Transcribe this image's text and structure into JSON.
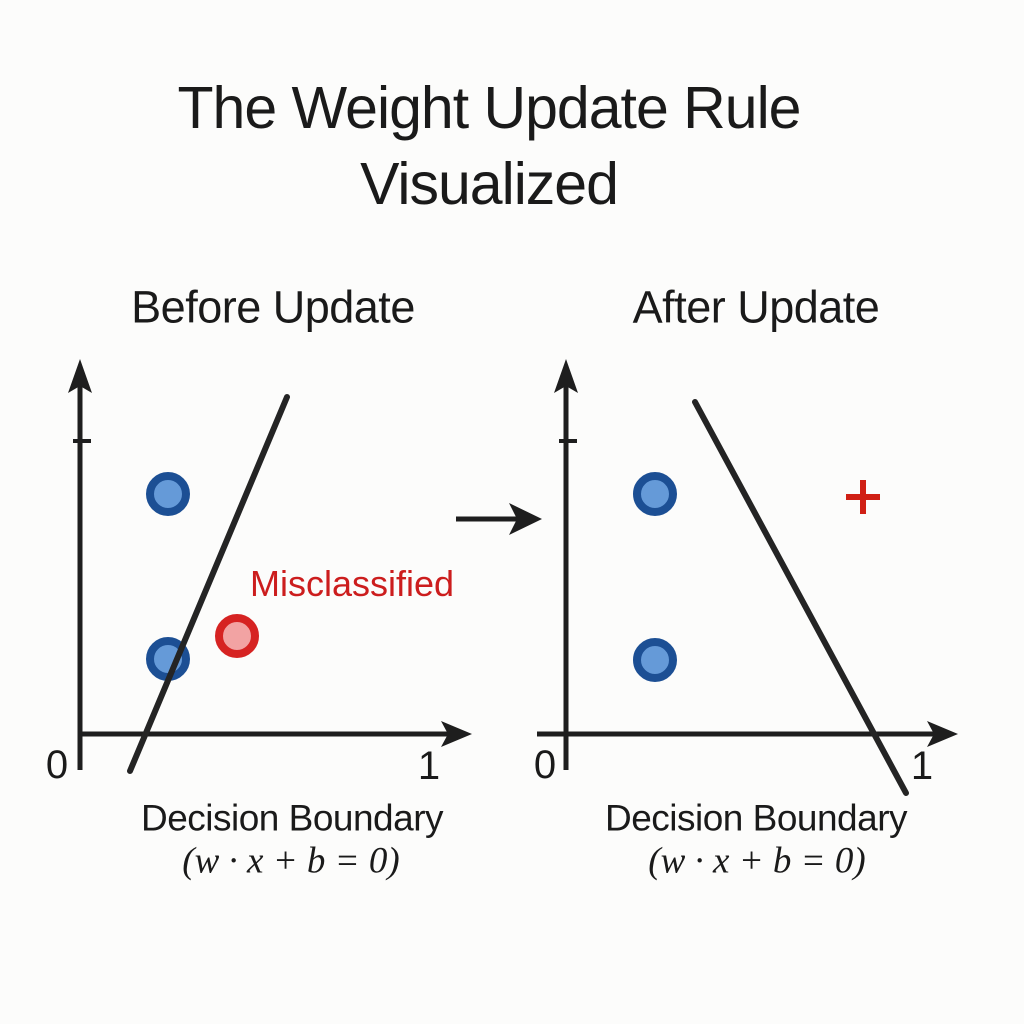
{
  "title": "The Weight Update Rule Visualized",
  "panels": [
    {
      "heading": "Before Update",
      "annotation": "Misclassified",
      "x_ticks": [
        "0",
        "1"
      ],
      "caption": "Decision Boundary",
      "formula": "(w · x + b = 0)"
    },
    {
      "heading": "After Update",
      "x_ticks": [
        "0",
        "1"
      ],
      "caption": "Decision Boundary",
      "formula": "(w · x + b = 0)"
    }
  ],
  "icons": {
    "transition_arrow": "right-arrow",
    "misclassified_marker_after_update": "red-plus",
    "axis_arrowheads": "triangle-arrow"
  },
  "colors": {
    "background": "#fcfcfb",
    "text": "#1a1a1a",
    "axis": "#1e1e1e",
    "boundary": "#242424",
    "blue_point_fill": "#659ad8",
    "blue_point_ring": "#1c4f94",
    "red_point_fill": "#f2a3a3",
    "red_point_ring": "#d62322",
    "misclassified_red": "#cc1d1d",
    "plus_red": "#d02015"
  },
  "chart_data": [
    {
      "type": "scatter",
      "title": "Before Update",
      "xlabel": "Decision Boundary (w · x + b = 0)",
      "xlim": [
        0,
        1
      ],
      "ylim": [
        0,
        1.25
      ],
      "x_tick_labels": [
        "0",
        "1"
      ],
      "grid": false,
      "series": [
        {
          "name": "blue class points",
          "marker": "circle",
          "points": [
            [
              0.25,
              0.82
            ],
            [
              0.25,
              0.26
            ]
          ]
        },
        {
          "name": "misclassified red point",
          "marker": "circle",
          "points": [
            [
              0.45,
              0.33
            ]
          ]
        }
      ],
      "decision_boundary": {
        "x_at_top": 0.59,
        "x_at_bottom": 0.14,
        "slope_direction": "steep-positive"
      },
      "annotations": [
        {
          "text": "Misclassified",
          "near_point": [
            0.45,
            0.33
          ]
        }
      ]
    },
    {
      "type": "scatter",
      "title": "After Update",
      "xlabel": "Decision Boundary (w · x + b = 0)",
      "xlim": [
        0,
        1
      ],
      "ylim": [
        0,
        1.25
      ],
      "x_tick_labels": [
        "0",
        "1"
      ],
      "grid": false,
      "series": [
        {
          "name": "blue class points",
          "marker": "circle",
          "points": [
            [
              0.25,
              0.82
            ],
            [
              0.25,
              0.25
            ]
          ]
        },
        {
          "name": "correctly classified point",
          "marker": "plus",
          "points": [
            [
              0.83,
              0.81
            ]
          ]
        }
      ],
      "decision_boundary": {
        "x_at_top": 0.36,
        "x_axis_crossing": 0.87,
        "slope_direction": "negative"
      }
    }
  ]
}
